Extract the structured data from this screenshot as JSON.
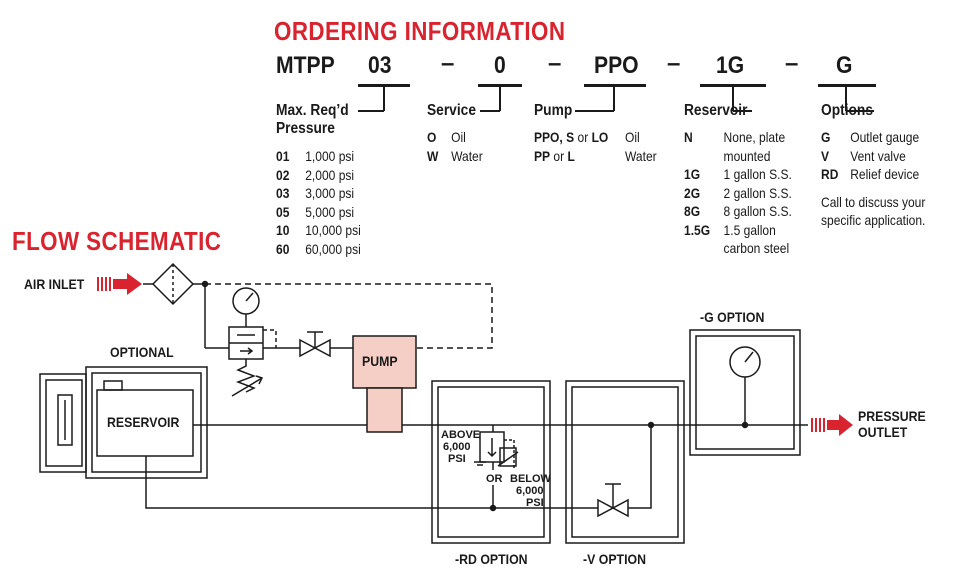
{
  "ordering": {
    "title": "ORDERING INFORMATION",
    "code_prefix": "MTPP",
    "code_parts": [
      "03",
      "0",
      "PPO",
      "1G",
      "G"
    ],
    "separator": "–",
    "pressure": {
      "heading": "Max. Req’d Pressure",
      "items": [
        {
          "code": "01",
          "desc": "1,000 psi"
        },
        {
          "code": "02",
          "desc": "2,000 psi"
        },
        {
          "code": "03",
          "desc": "3,000 psi"
        },
        {
          "code": "05",
          "desc": "5,000 psi"
        },
        {
          "code": "10",
          "desc": "10,000 psi"
        },
        {
          "code": "60",
          "desc": "60,000 psi"
        }
      ]
    },
    "service": {
      "heading": "Service",
      "items": [
        {
          "code": "O",
          "desc": "Oil"
        },
        {
          "code": "W",
          "desc": "Water"
        }
      ]
    },
    "pump": {
      "heading": "Pump",
      "row1_a": "PPO",
      "row1_b": ", S",
      "row1_c": " or ",
      "row1_d": "LO",
      "row1_desc": "Oil",
      "row2_a": "PP",
      "row2_b": " or ",
      "row2_c": "L",
      "row2_desc": "Water"
    },
    "reservoir": {
      "heading": "Reservoir",
      "items": [
        {
          "code": "N",
          "desc": "None, plate",
          "desc2": "mounted"
        },
        {
          "code": "1G",
          "desc": "1 gallon S.S."
        },
        {
          "code": "2G",
          "desc": "2 gallon S.S."
        },
        {
          "code": "8G",
          "desc": "8 gallon S.S."
        },
        {
          "code": "1.5G",
          "desc": "1.5 gallon",
          "desc2": "carbon steel"
        }
      ]
    },
    "options": {
      "heading": "Options",
      "items": [
        {
          "code": "G",
          "desc": "Outlet gauge"
        },
        {
          "code": "V",
          "desc": "Vent valve"
        },
        {
          "code": "RD",
          "desc": "Relief device"
        }
      ],
      "note1": "Call to discuss your",
      "note2": "specific application."
    }
  },
  "schematic": {
    "title": "FLOW SCHEMATIC",
    "air_inlet": "AIR INLET",
    "optional": "OPTIONAL",
    "reservoir": "RESERVOIR",
    "pump": "PUMP",
    "g_option": "-G OPTION",
    "rd_option": "-RD OPTION",
    "v_option": "-V OPTION",
    "pressure_outlet_1": "PRESSURE",
    "pressure_outlet_2": "OUTLET",
    "above_1": "ABOVE",
    "above_2": "6,000",
    "above_3": "PSI",
    "or": "OR",
    "below_1": "BELOW",
    "below_2": "6,000",
    "below_3": "PSI",
    "colors": {
      "accent": "#d9232e",
      "pump_fill": "#f5cfc6",
      "line": "#1a1a1a"
    }
  }
}
